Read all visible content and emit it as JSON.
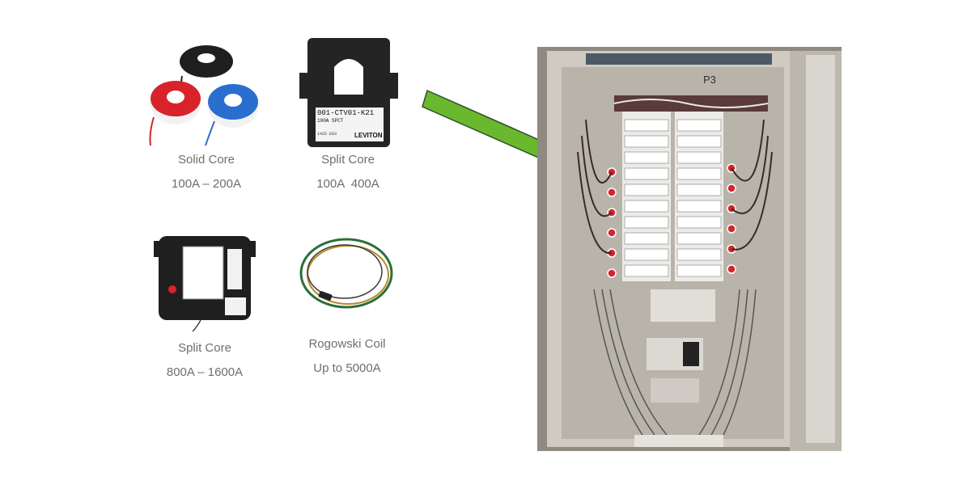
{
  "sensors": [
    {
      "title": "Solid Core",
      "range": "100A – 200A"
    },
    {
      "title": "Split Core",
      "range": "100A  400A"
    },
    {
      "title": "Split Core",
      "range": "800A – 1600A"
    },
    {
      "title": "Rogowski Coil",
      "range": "Up to 5000A"
    }
  ],
  "labels": {
    "split_core_small_model": "001-CTV01-K21",
    "split_core_small_spec": "100A SPCT",
    "split_core_small_code": "1425 E03",
    "brand": "LEVITON",
    "panel_mark": "P3"
  },
  "colors": {
    "arrow": "#6ab82e",
    "caption": "#6e6e6e",
    "ct_black": "#1f1f1f",
    "ct_red": "#d8232a",
    "ct_blue": "#2a6fcf",
    "panel_bg": "#8f8a80"
  },
  "icons": [
    "solid-core-ct-icon",
    "split-core-ct-icon",
    "large-split-core-ct-icon",
    "rogowski-coil-icon",
    "pointer-arrow-icon"
  ]
}
